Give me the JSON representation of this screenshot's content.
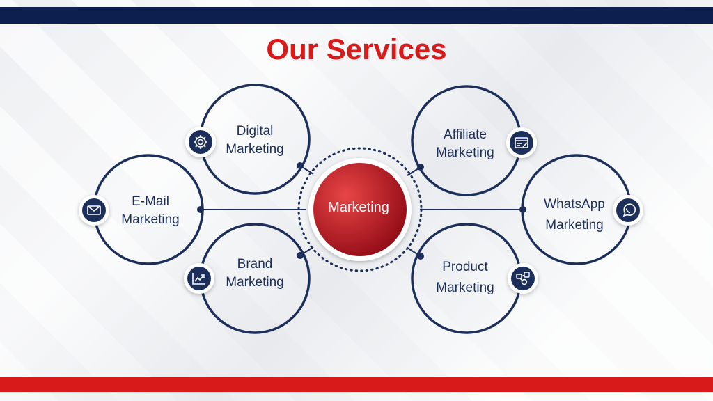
{
  "slide": {
    "title": "Our Services",
    "center_label": "Marketing"
  },
  "colors": {
    "title": "#d91a1a",
    "top_bar": "#0c1f4f",
    "bottom_bar": "#d91a1a",
    "ring": "#1b2f5a",
    "icon_badge": "#1b2f5a",
    "center_fill_start": "#e23a3a",
    "center_fill_end": "#9c0a16"
  },
  "services": [
    {
      "line1": "Digital",
      "line2": "Marketing",
      "icon": "gear-icon"
    },
    {
      "line1": "E-Mail",
      "line2": "Marketing",
      "icon": "envelope-icon"
    },
    {
      "line1": "Brand",
      "line2": "Marketing",
      "icon": "chart-trend-icon"
    },
    {
      "line1": "Affiliate",
      "line2": "Marketing",
      "icon": "browser-edit-icon"
    },
    {
      "line1": "WhatsApp",
      "line2": "Marketing",
      "icon": "whatsapp-icon"
    },
    {
      "line1": "Product",
      "line2": "Marketing",
      "icon": "product-network-icon"
    }
  ]
}
